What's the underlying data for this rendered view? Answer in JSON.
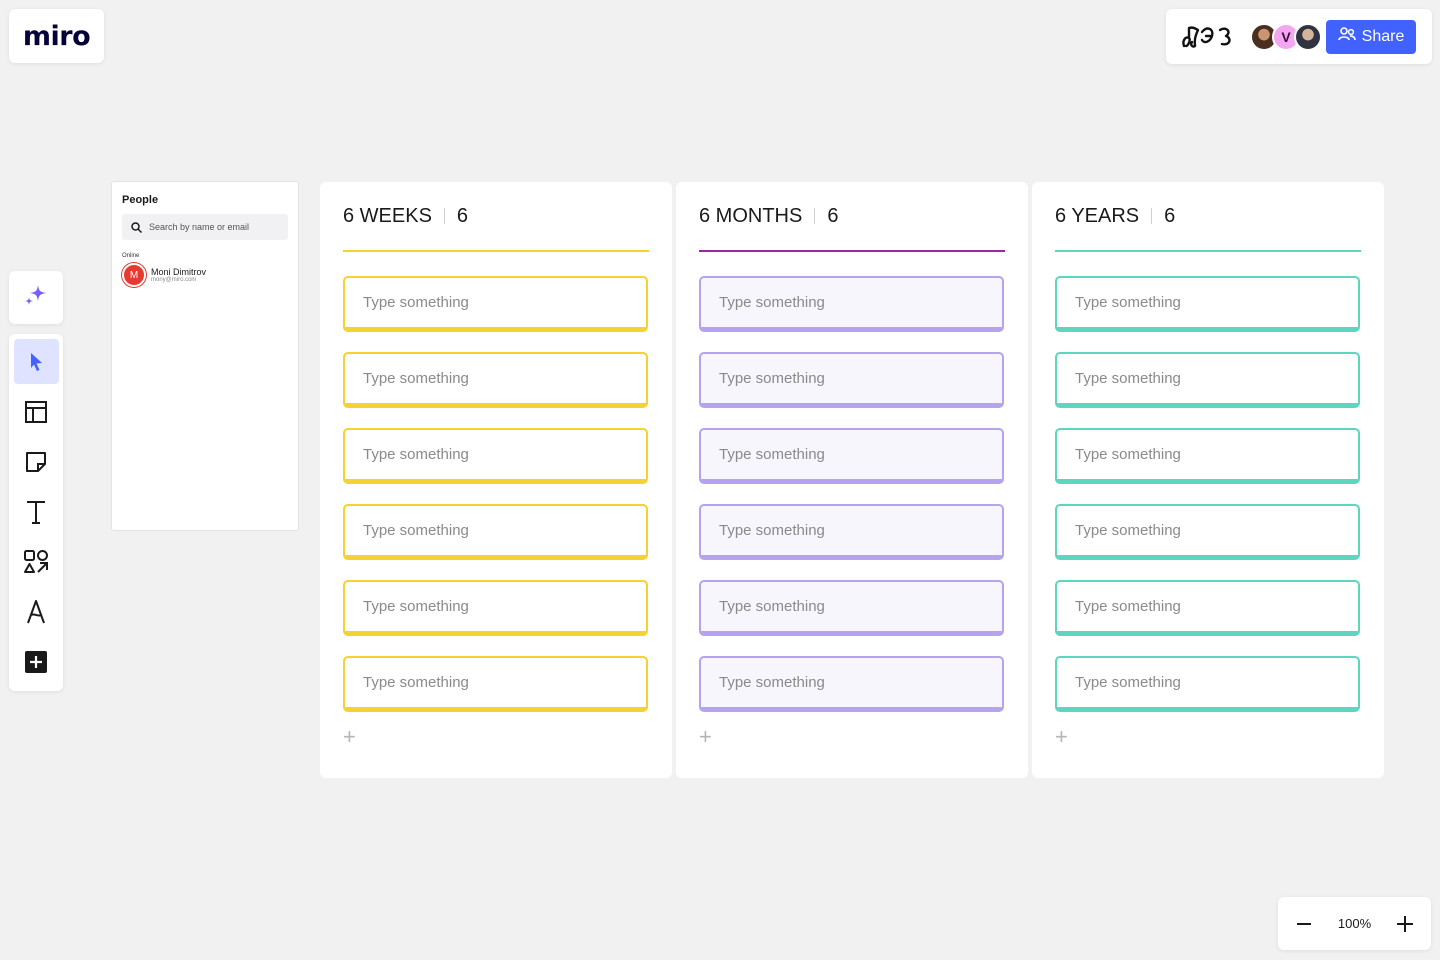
{
  "logo": {
    "text": "miro"
  },
  "topbar": {
    "avatars": [
      {
        "initial": ""
      },
      {
        "initial": "V"
      },
      {
        "initial": ""
      }
    ],
    "share_label": "Share"
  },
  "people_panel": {
    "title": "People",
    "search_placeholder": "Search by name or email",
    "online_label": "Online",
    "person": {
      "initial": "M",
      "name": "Moni Dimitrov",
      "email": "mony@miro.com"
    }
  },
  "columns": [
    {
      "title": "6 WEEKS",
      "count": "6",
      "accent": "#f5d131",
      "note_border": "#f5d131",
      "note_bg": "#ffffff",
      "line_color": "#f5d131",
      "notes": [
        "Type something",
        "Type something",
        "Type something",
        "Type something",
        "Type something",
        "Type something"
      ]
    },
    {
      "title": "6 MONTHS",
      "count": "6",
      "accent": "#9b29a4",
      "note_border": "#b6a3ef",
      "note_bg": "#f8f6fd",
      "line_color": "#9b29a4",
      "notes": [
        "Type something",
        "Type something",
        "Type something",
        "Type something",
        "Type something",
        "Type something"
      ]
    },
    {
      "title": "6 YEARS",
      "count": "6",
      "accent": "#5dd6c0",
      "note_border": "#5dd6c0",
      "note_bg": "#ffffff",
      "line_color": "#5dd6c0",
      "notes": [
        "Type something",
        "Type something",
        "Type something",
        "Type something",
        "Type something",
        "Type something"
      ]
    }
  ],
  "zoom": {
    "value": "100%"
  },
  "colors": {
    "brand_blue": "#4262ff",
    "canvas": "#f1f1f1"
  }
}
